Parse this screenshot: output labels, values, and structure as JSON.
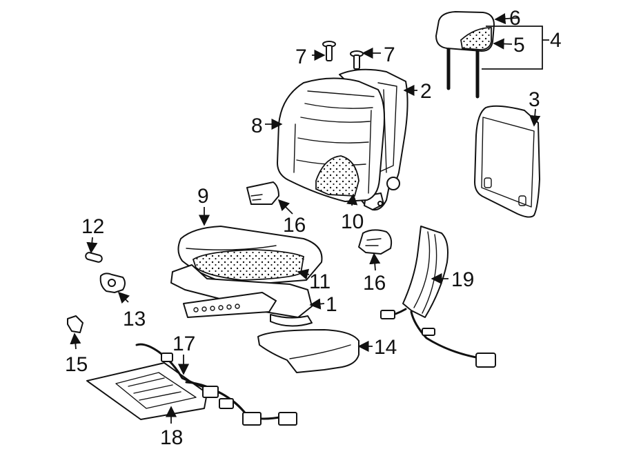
{
  "callouts": [
    {
      "id": "1",
      "label": "1"
    },
    {
      "id": "2",
      "label": "2"
    },
    {
      "id": "3",
      "label": "3"
    },
    {
      "id": "4",
      "label": "4"
    },
    {
      "id": "5",
      "label": "5"
    },
    {
      "id": "6",
      "label": "6"
    },
    {
      "id": "7a",
      "label": "7"
    },
    {
      "id": "7b",
      "label": "7"
    },
    {
      "id": "8",
      "label": "8"
    },
    {
      "id": "9",
      "label": "9"
    },
    {
      "id": "10",
      "label": "10"
    },
    {
      "id": "11",
      "label": "11"
    },
    {
      "id": "12",
      "label": "12"
    },
    {
      "id": "13",
      "label": "13"
    },
    {
      "id": "14",
      "label": "14"
    },
    {
      "id": "15",
      "label": "15"
    },
    {
      "id": "16a",
      "label": "16"
    },
    {
      "id": "16b",
      "label": "16"
    },
    {
      "id": "17",
      "label": "17"
    },
    {
      "id": "18",
      "label": "18"
    },
    {
      "id": "19",
      "label": "19"
    }
  ]
}
